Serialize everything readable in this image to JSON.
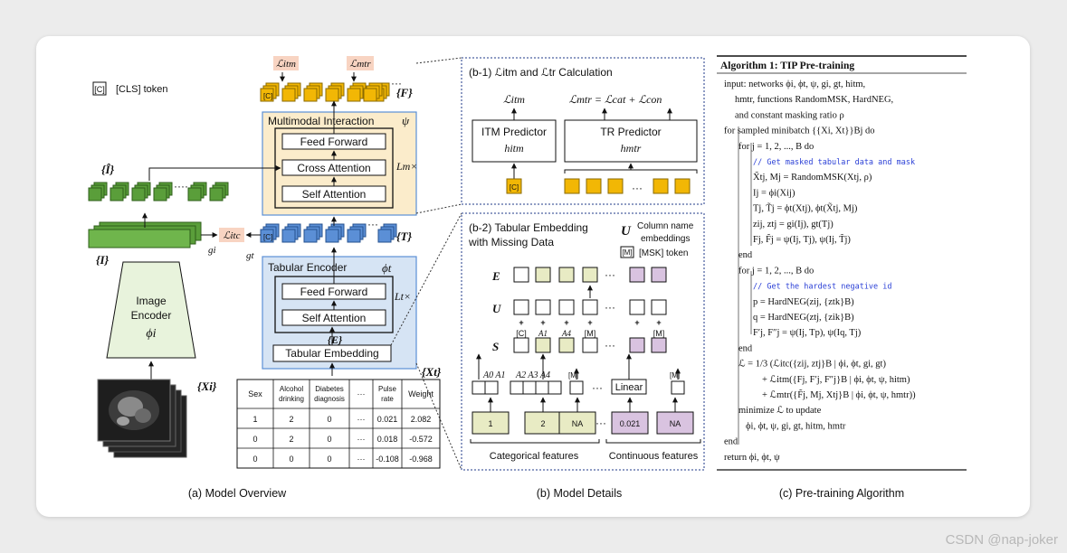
{
  "panels": {
    "a_caption": "(a) Model Overview",
    "b_caption": "(b) Model Details",
    "c_caption": "(c) Pre-training Algorithm"
  },
  "legend_cls": {
    "symbol": "[C]",
    "text": "[CLS] token"
  },
  "loss_itm": "ℒitm",
  "loss_mtr": "ℒmtr",
  "loss_itc": "ℒitc",
  "sym_F": "{F}",
  "sym_T": "{T}",
  "sym_I": "{I}",
  "sym_Ihat": "{Î}",
  "sym_E": "{E}",
  "sym_Xi": "{Xi}",
  "sym_Xt": "{Xt}",
  "sym_gi": "gi",
  "sym_gt": "gt",
  "multimodal": {
    "title": "Multimodal  Interaction",
    "psi": "ψ",
    "ff": "Feed Forward",
    "ca": "Cross Attention",
    "sa": "Self Attention",
    "rep": "Lm×"
  },
  "tabular": {
    "title": "Tabular  Encoder",
    "phi": "ϕt",
    "ff": "Feed Forward",
    "sa": "Self Attention",
    "emb": "Tabular Embedding",
    "rep": "Lt×"
  },
  "image_encoder": {
    "line1": "Image",
    "line2": "Encoder",
    "phi": "ϕi"
  },
  "table": {
    "headers": [
      "Sex",
      "Alcohol drinking",
      "Diabetes diagnosis",
      "···",
      "Pulse rate",
      "Weight"
    ],
    "rows": [
      [
        "1",
        "2",
        "0",
        "···",
        "0.021",
        "2.082"
      ],
      [
        "0",
        "2",
        "0",
        "···",
        "0.018",
        "-0.572"
      ],
      [
        "0",
        "0",
        "0",
        "···",
        "-0.108",
        "-0.968"
      ]
    ]
  },
  "b1": {
    "title": "(b-1) ℒitm and ℒtr Calculation",
    "itm_loss": "ℒitm",
    "mtr_eq": "ℒmtr = ℒcat  +  ℒcon",
    "itm_pred": "ITM  Predictor",
    "itm_h": "hitm",
    "tr_pred": "TR Predictor",
    "tr_h": "hmtr",
    "cls": "[C]",
    "dots": "···"
  },
  "b2": {
    "title_line1": "(b-2) Tabular Embedding",
    "title_line2": "with Missing Data",
    "u_sym": "U",
    "u_desc1": "Column name",
    "u_desc2": "embeddings",
    "msk_sym": "[M]",
    "msk_desc": "[MSK] token",
    "row_E": "E",
    "row_U": "U",
    "row_S": "S",
    "s_labels": [
      "[C]",
      "A1",
      "A4",
      "[M]",
      "[M]"
    ],
    "a_labels": [
      "A0 A1",
      "A2 A3 A4",
      "[M]",
      "[M]"
    ],
    "linear": "Linear",
    "values": [
      "1",
      "2",
      "NA",
      "0.021",
      "NA"
    ],
    "cat_label": "Categorical features",
    "cont_label": "Continuous features"
  },
  "algorithm": {
    "title": "Algorithm 1: TIP Pre-training",
    "lines": [
      "input: networks ϕi, ϕt, ψ, gi, gt, hitm,",
      "hmtr, functions RandomMSK, HardNEG,",
      "and constant masking ratio ρ",
      "for sampled minibatch {{Xi, Xt}}Bj do",
      "for j = 1, 2, ..., B do",
      "// Get masked tabular data and mask",
      "X̃tj, Mj = RandomMSK(Xtj, ρ)",
      "Ij = ϕi(Xij)",
      "Tj, T̃j = ϕt(Xtj), ϕt(X̃tj, Mj)",
      "zij, ztj = gi(Ij), gt(Tj)",
      "Fj, F̃j = ψ(Ij, Tj), ψ(Ij, T̃j)",
      "end",
      "for j = 1, 2, ..., B do",
      "// Get the hardest negative id",
      "p = HardNEG(zij, {ztk}B)",
      "q = HardNEG(ztj, {zik}B)",
      "F′j, F″j = ψ(Ij, Tp), ψ(Iq, Tj)",
      "end",
      "ℒ = 1/3 (ℒitc({zij, ztj}B | ϕi, ϕt, gi, gt)",
      "+ ℒitm({Fj, F′j, F″j}B | ϕi, ϕt, ψ, hitm)",
      "+ ℒmtr({F̃j, Mj, Xtj}B | ϕi, ϕt, ψ, hmtr))",
      "minimize ℒ to update",
      "ϕi, ϕt, ψ, gi, gt, hitm, hmtr",
      "end",
      "return ϕi, ϕt, ψ"
    ]
  },
  "watermark": "CSDN @nap-joker",
  "colors": {
    "yellow": "#f2b705",
    "green": "#5a9e3a",
    "blue": "#5b8fd6",
    "peach": "#f8d4c2",
    "panel_yellow": "#fbeccb",
    "panel_blue": "#d6e4f4",
    "olive": "#e8ebc4",
    "lilac": "#d9c3e0"
  }
}
